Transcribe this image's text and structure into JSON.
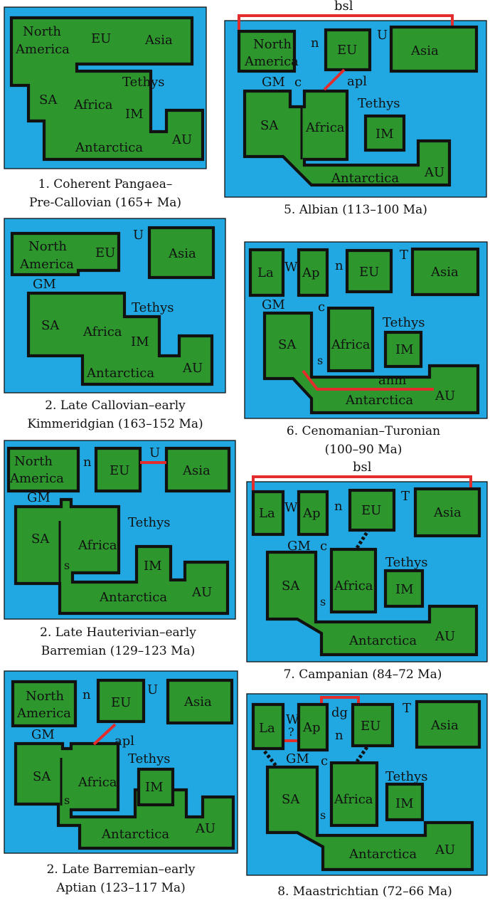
{
  "colors": {
    "ocean": "#21a8e3",
    "land": "#2d962d",
    "outline": "#111111",
    "connection": "#e32c2c"
  },
  "panels": {
    "p1": {
      "caption_line1": "1. Coherent Pangaea–",
      "caption_line2": "Pre-Callovian (165+ Ma)",
      "labels": {
        "north": "North",
        "america": "America",
        "eu": "EU",
        "asia": "Asia",
        "tethys": "Tethys",
        "sa": "SA",
        "africa": "Africa",
        "im": "IM",
        "au": "AU",
        "antarctica": "Antarctica"
      }
    },
    "p2": {
      "caption_line1": "2. Late Callovian–early",
      "caption_line2": "Kimmeridgian (163–152 Ma)",
      "labels": {
        "north": "North",
        "america": "America",
        "eu": "EU",
        "u": "U",
        "asia": "Asia",
        "gm": "GM",
        "tethys": "Tethys",
        "sa": "SA",
        "africa": "Africa",
        "im": "IM",
        "au": "AU",
        "antarctica": "Antarctica"
      }
    },
    "p3": {
      "caption_line1": "2. Late Hauterivian–early",
      "caption_line2": "Barremian (129–123 Ma)",
      "labels": {
        "north": "North",
        "america": "America",
        "n": "n",
        "eu": "EU",
        "u": "U",
        "asia": "Asia",
        "gm": "GM",
        "tethys": "Tethys",
        "sa": "SA",
        "africa": "Africa",
        "s": "s",
        "im": "IM",
        "au": "AU",
        "antarctica": "Antarctica"
      }
    },
    "p4": {
      "caption_line1": "2. Late Barremian–early",
      "caption_line2": "Aptian (123–117 Ma)",
      "labels": {
        "north": "North",
        "america": "America",
        "n": "n",
        "eu": "EU",
        "u": "U",
        "asia": "Asia",
        "gm": "GM",
        "apl": "apl",
        "tethys": "Tethys",
        "sa": "SA",
        "africa": "Africa",
        "s": "s",
        "im": "IM",
        "au": "AU",
        "antarctica": "Antarctica"
      }
    },
    "p5": {
      "caption": "5. Albian (113–100 Ma)",
      "labels": {
        "bsl": "bsl",
        "north": "North",
        "america": "America",
        "n": "n",
        "eu": "EU",
        "u": "U",
        "asia": "Asia",
        "gm": "GM",
        "c": "c",
        "apl": "apl",
        "tethys": "Tethys",
        "sa": "SA",
        "africa": "Africa",
        "im": "IM",
        "au": "AU",
        "antarctica": "Antarctica"
      }
    },
    "p6": {
      "caption_line1": "6. Cenomanian–Turonian",
      "caption_line2": "(100–90 Ma)",
      "labels": {
        "la": "La",
        "w": "W",
        "ap": "Ap",
        "n": "n",
        "eu": "EU",
        "t": "T",
        "asia": "Asia",
        "gm": "GM",
        "c": "c",
        "tethys": "Tethys",
        "sa": "SA",
        "africa": "Africa",
        "im": "IM",
        "s": "s",
        "anm": "anm",
        "au": "AU",
        "antarctica": "Antarctica"
      }
    },
    "p7": {
      "caption": "7. Campanian (84–72 Ma)",
      "labels": {
        "bsl": "bsl",
        "la": "La",
        "w": "W",
        "ap": "Ap",
        "n": "n",
        "eu": "EU",
        "t": "T",
        "asia": "Asia",
        "gm": "GM",
        "c": "c",
        "tethys": "Tethys",
        "sa": "SA",
        "africa": "Africa",
        "im": "IM",
        "s": "s",
        "au": "AU",
        "antarctica": "Antarctica"
      }
    },
    "p8": {
      "caption": "8. Maastrichtian (72–66 Ma)",
      "labels": {
        "la": "La",
        "w": "W",
        "q": "?",
        "ap": "Ap",
        "dg": "dg",
        "n": "n",
        "eu": "EU",
        "t": "T",
        "asia": "Asia",
        "gm": "GM",
        "c": "c",
        "tethys": "Tethys",
        "sa": "SA",
        "africa": "Africa",
        "im": "IM",
        "s": "s",
        "au": "AU",
        "antarctica": "Antarctica"
      }
    }
  }
}
